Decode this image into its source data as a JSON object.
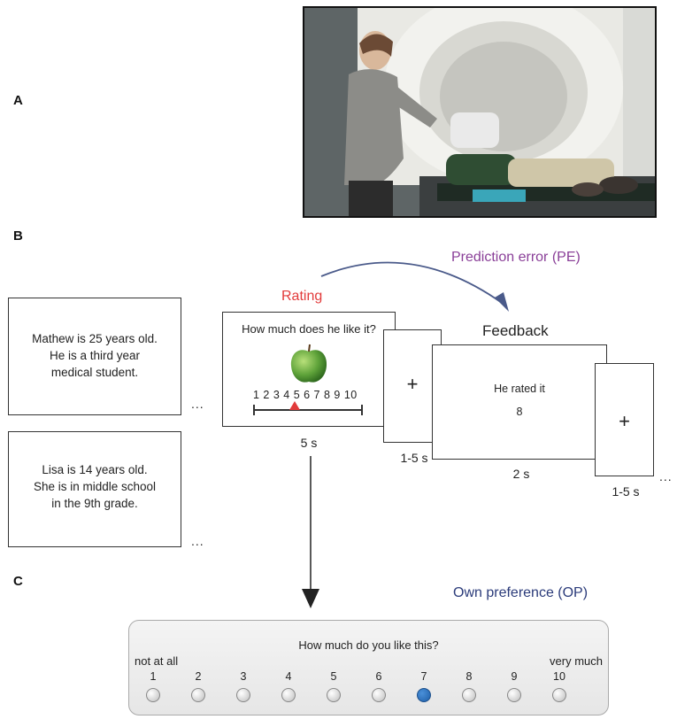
{
  "panels": {
    "a": "A",
    "b": "B",
    "c": "C"
  },
  "vignettes": [
    {
      "lines": [
        "Mathew is 25 years old.",
        "He is a third year",
        "medical student."
      ]
    },
    {
      "lines": [
        "Lisa is 14 years old.",
        "She is in middle school",
        "in the 9th grade."
      ]
    }
  ],
  "ellipsis": "...",
  "rating": {
    "label": "Rating",
    "question": "How much does he like it?",
    "scale_text": "1 2 3 4 5 6 7 8 9 10",
    "marker_value": 4,
    "duration": "5 s"
  },
  "fixation_1": {
    "symbol": "+",
    "duration": "1-5 s"
  },
  "feedback": {
    "title": "Feedback",
    "text": "He rated it",
    "value": "8",
    "duration": "2 s"
  },
  "fixation_2": {
    "symbol": "+",
    "duration": "1-5 s"
  },
  "prediction_error_label": "Prediction error (PE)",
  "own_preference": {
    "label": "Own preference (OP)",
    "question": "How much do you like this?",
    "low_anchor": "not at all",
    "high_anchor": "very much",
    "options": [
      "1",
      "2",
      "3",
      "4",
      "5",
      "6",
      "7",
      "8",
      "9",
      "10"
    ],
    "selected": "7"
  },
  "colors": {
    "rating": "#e23b3b",
    "prediction_error": "#8a3f98",
    "own_preference": "#2b3b7a",
    "selected_option": "#1f5fa8",
    "marker": "#e23b3b"
  }
}
